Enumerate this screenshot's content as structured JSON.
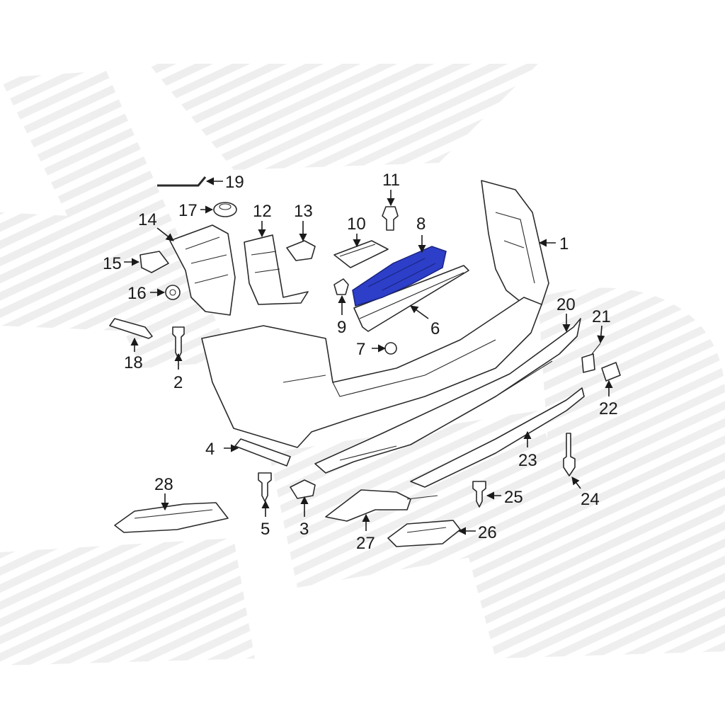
{
  "diagram": {
    "highlight_color": "#2d3fc8",
    "line_color": "#2a2a2a",
    "watermark_color": "#eeeeee",
    "highlighted_part": "8",
    "callouts": [
      "1",
      "2",
      "3",
      "4",
      "5",
      "6",
      "7",
      "8",
      "9",
      "10",
      "11",
      "12",
      "13",
      "14",
      "15",
      "16",
      "17",
      "18",
      "19",
      "20",
      "21",
      "22",
      "23",
      "24",
      "25",
      "26",
      "27",
      "28"
    ]
  }
}
